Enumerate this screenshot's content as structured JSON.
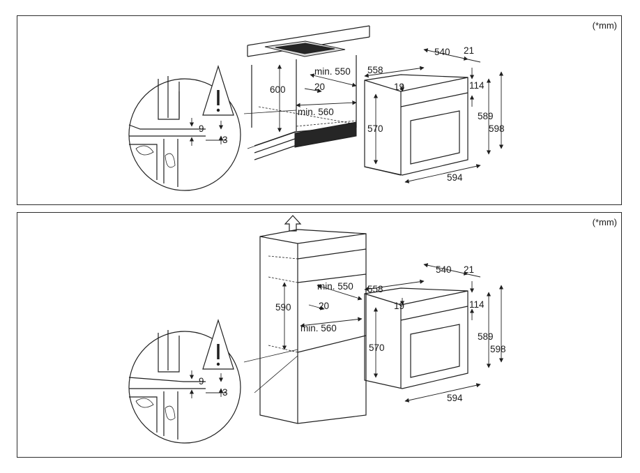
{
  "unit_note": "(*mm)",
  "top": {
    "cabinet": {
      "height": "600",
      "depth_min": "min. 550",
      "gap": "20",
      "width_min": "min. 560"
    },
    "detail": {
      "gap_top": "9",
      "gap_bottom": "3"
    },
    "oven": {
      "depth": "540",
      "door": "21",
      "side_depth": "558",
      "top_gap": "19",
      "panel_h": "114",
      "body_h": "570",
      "height_1": "589",
      "height_2": "598",
      "width": "594"
    }
  },
  "bottom": {
    "cabinet": {
      "height": "590",
      "depth_min": "min. 550",
      "gap": "20",
      "width_min": "min. 560"
    },
    "detail": {
      "gap_top": "9",
      "gap_bottom": "3"
    },
    "oven": {
      "depth": "540",
      "door": "21",
      "side_depth": "558",
      "top_gap": "19",
      "panel_h": "114",
      "body_h": "570",
      "height_1": "589",
      "height_2": "598",
      "width": "594"
    }
  }
}
